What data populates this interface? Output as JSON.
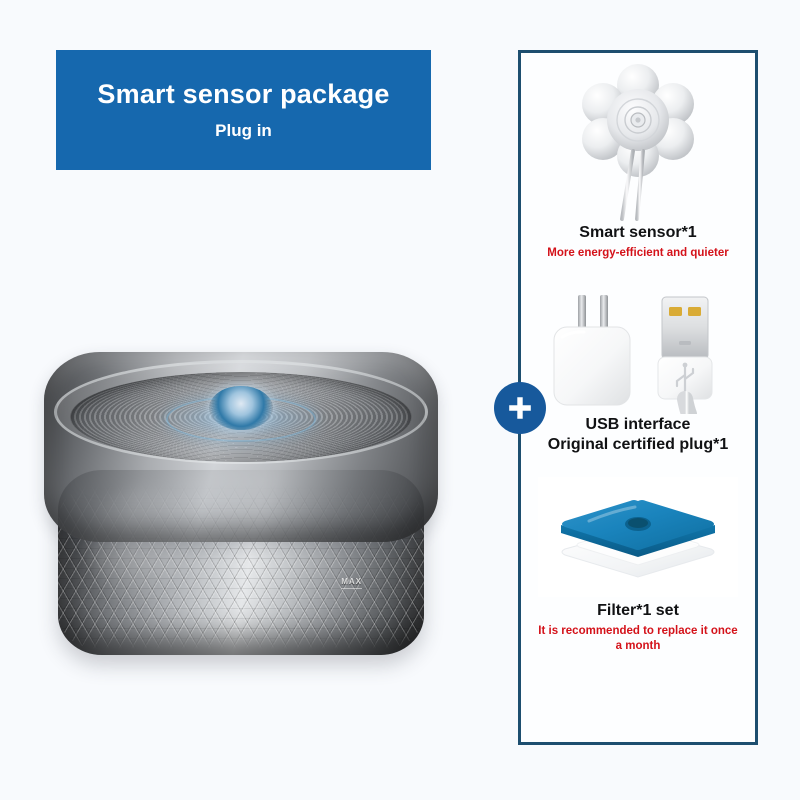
{
  "page": {
    "background_color": "#f8fafd"
  },
  "banner": {
    "title": "Smart sensor package",
    "subtitle": "Plug in",
    "background_color": "#1668ae",
    "text_color": "#ffffff"
  },
  "product": {
    "name": "pet-water-fountain",
    "max_label": "MAX"
  },
  "divider": {
    "badge_icon": "plus-icon",
    "badge_color": "#17599c"
  },
  "panel": {
    "border_color": "#1d4e6f",
    "background_color": "#fdfeff",
    "accessories": [
      {
        "icon": "smart-sensor-icon",
        "title": "Smart sensor*1",
        "note": "More energy-efficient and quieter",
        "note_color": "#d4121a"
      },
      {
        "icon": "usb-charger-cable-icon",
        "title_line1": "USB interface",
        "title_line2": "Original certified plug*1",
        "note": "",
        "note_color": "#d4121a"
      },
      {
        "icon": "filter-pad-icon",
        "title": "Filter*1 set",
        "note": "It is recommended to replace it once a month",
        "note_color": "#d4121a"
      }
    ]
  }
}
